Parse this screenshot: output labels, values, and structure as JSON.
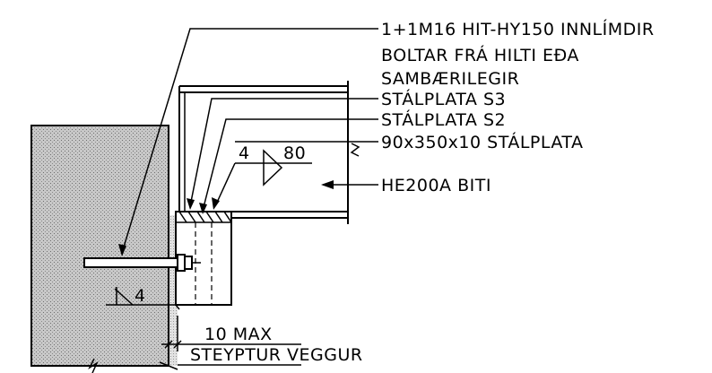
{
  "labels": {
    "anchor_line1": "1+1M16 HIT-HY150 INNLÍMDIR",
    "anchor_line2": "BOLTAR FRÁ HILTI EÐA",
    "anchor_line3": "SAMBÆRILEGIR",
    "plate_s3": "STÁLPLATA S3",
    "plate_s2": "STÁLPLATA S2",
    "end_plate": "90x350x10 STÁLPLATA",
    "beam": "HE200A BITI",
    "weld_size_top": "4",
    "weld_length_top": "80",
    "weld_size_bottom": "4",
    "gap_max": "10 MAX",
    "wall": "STEYPTUR VEGGUR"
  },
  "colors": {
    "ink": "#000000",
    "concrete_fill": "#bdbdbd",
    "paper": "#ffffff"
  }
}
